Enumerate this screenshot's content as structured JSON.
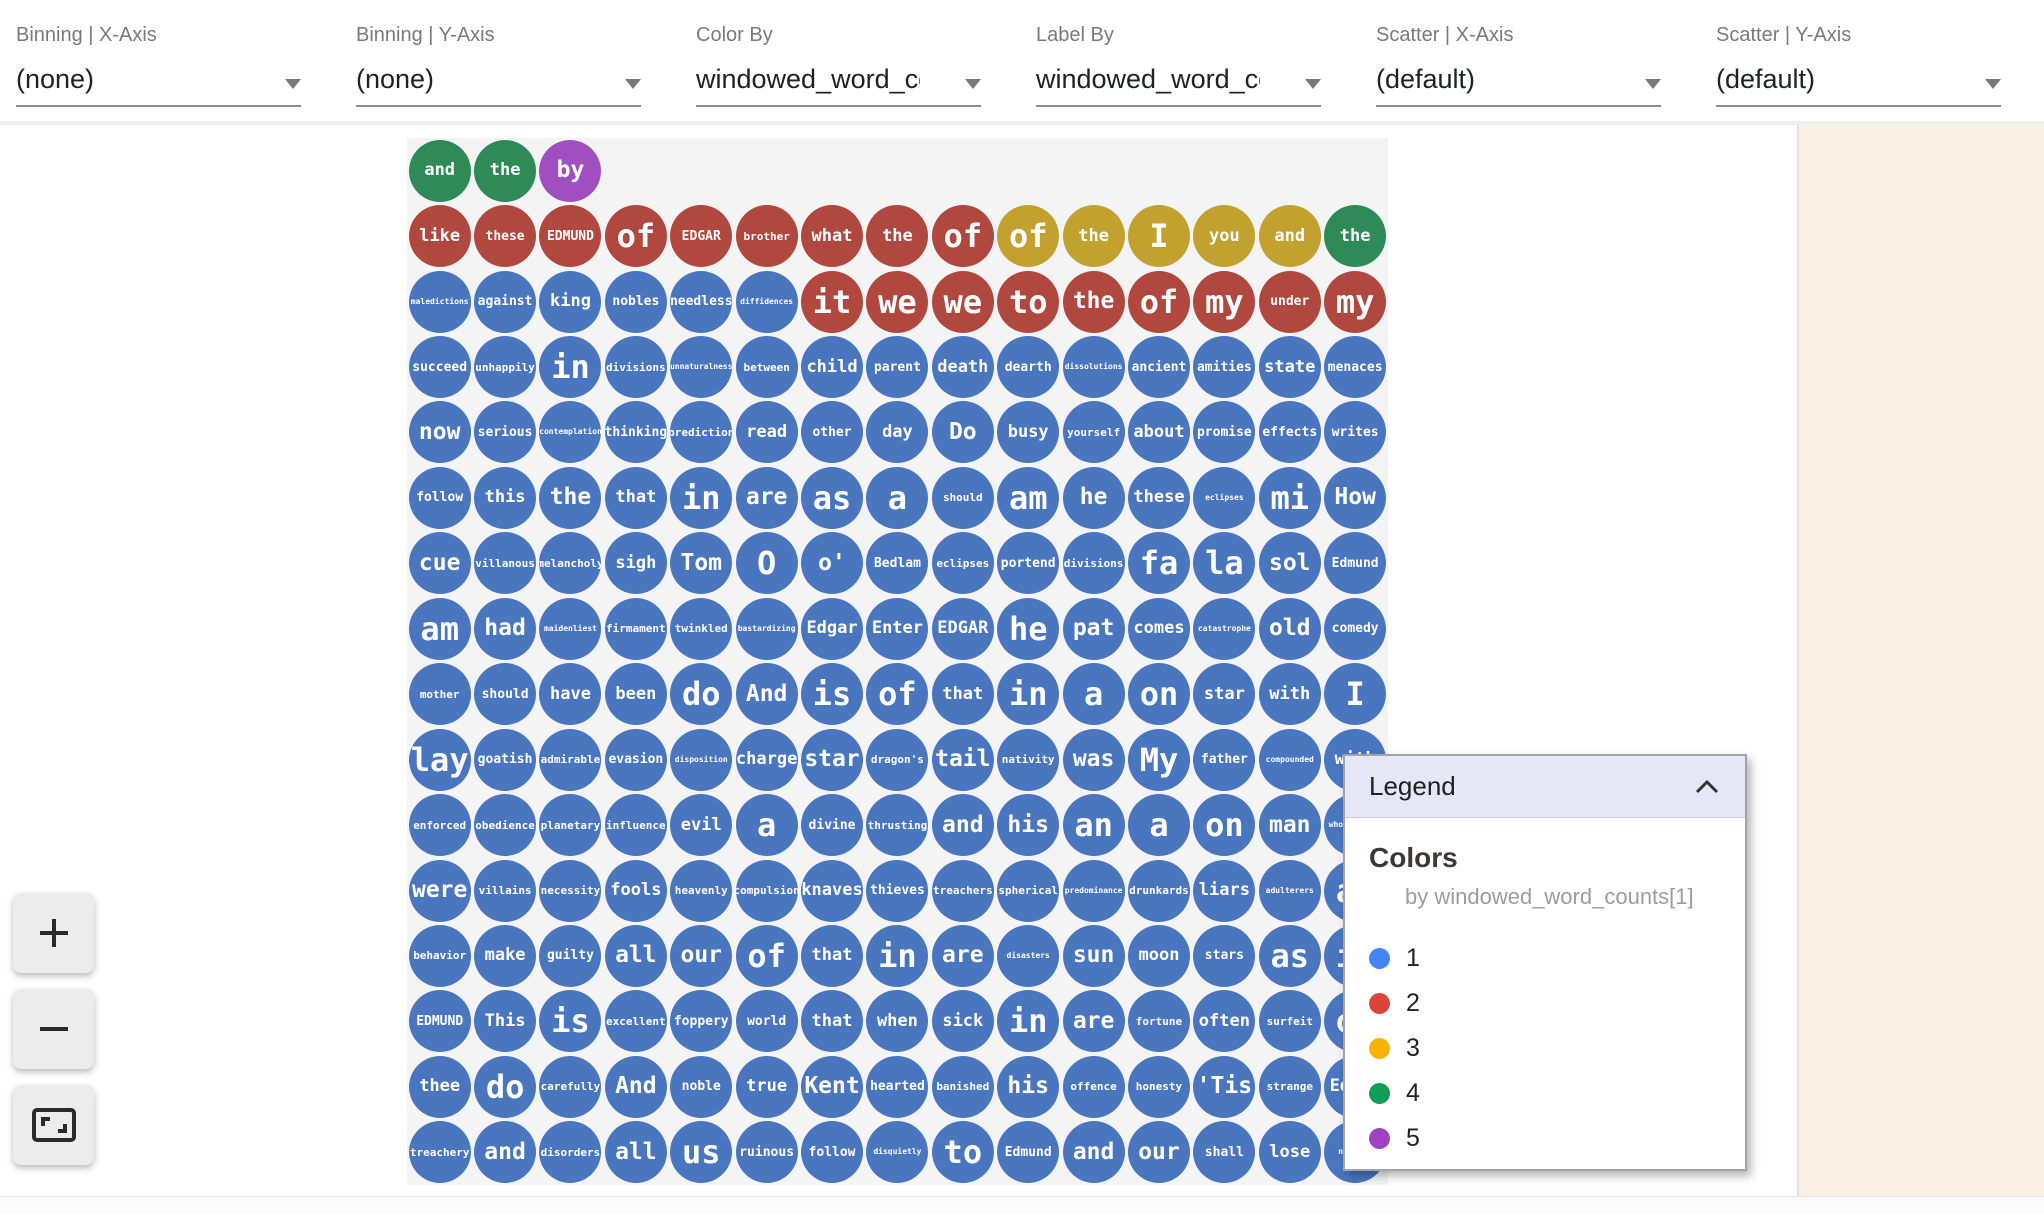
{
  "toolbar": {
    "dropdowns": [
      {
        "label": "Binning | X-Axis",
        "value": "(none)"
      },
      {
        "label": "Binning | Y-Axis",
        "value": "(none)"
      },
      {
        "label": "Color By",
        "value": "windowed_word_co"
      },
      {
        "label": "Label By",
        "value": "windowed_word_co"
      },
      {
        "label": "Scatter | X-Axis",
        "value": "(default)"
      },
      {
        "label": "Scatter | Y-Axis",
        "value": "(default)"
      }
    ]
  },
  "zoom_controls": {
    "zoom_in": "zoom-in",
    "zoom_out": "zoom-out",
    "fit": "fit-to-screen"
  },
  "legend": {
    "title": "Legend",
    "section_title": "Colors",
    "subtitle": "by windowed_word_counts[1]",
    "items": [
      {
        "label": "1",
        "color": "#4285f4"
      },
      {
        "label": "2",
        "color": "#db4437"
      },
      {
        "label": "3",
        "color": "#f4b400"
      },
      {
        "label": "4",
        "color": "#0f9d58"
      },
      {
        "label": "5",
        "color": "#a142c4"
      }
    ]
  },
  "palette": {
    "bubble_blue": "#4a76c0",
    "bubble_red": "#b1483f",
    "bubble_yellow": "#c2a12f",
    "bubble_green": "#2e8b58",
    "bubble_purple": "#a04fc0",
    "side_panel": "#fbf0e6",
    "plot_background": "#f4f4f5",
    "legend_header": "#e7e6f6"
  },
  "grid": {
    "type": "bubble-grid",
    "columns": 15,
    "rows": [
      [
        [
          "and",
          "g",
          4
        ],
        [
          "the",
          "g",
          4
        ],
        [
          "by",
          "p",
          5
        ]
      ],
      [
        [
          "like",
          "r",
          4
        ],
        [
          "these",
          "r",
          3
        ],
        [
          "EDMUND",
          "r",
          3
        ],
        [
          "of",
          "r",
          6
        ],
        [
          "EDGAR",
          "r",
          3
        ],
        [
          "brother",
          "r",
          2
        ],
        [
          "what",
          "r",
          4
        ],
        [
          "the",
          "r",
          4
        ],
        [
          "of",
          "r",
          6
        ],
        [
          "of",
          "y",
          6
        ],
        [
          "the",
          "y",
          4
        ],
        [
          "I",
          "y",
          6
        ],
        [
          "you",
          "y",
          4
        ],
        [
          "and",
          "y",
          4
        ],
        [
          "the",
          "g",
          4
        ]
      ],
      [
        [
          "maledictions",
          "b",
          1
        ],
        [
          "against",
          "b",
          3
        ],
        [
          "king",
          "b",
          4
        ],
        [
          "nobles",
          "b",
          3
        ],
        [
          "needless",
          "b",
          3
        ],
        [
          "diffidences",
          "b",
          1
        ],
        [
          "it",
          "r",
          6
        ],
        [
          "we",
          "r",
          6
        ],
        [
          "we",
          "r",
          6
        ],
        [
          "to",
          "r",
          6
        ],
        [
          "the",
          "r",
          5
        ],
        [
          "of",
          "r",
          6
        ],
        [
          "my",
          "r",
          6
        ],
        [
          "under",
          "r",
          3
        ],
        [
          "my",
          "r",
          6
        ]
      ],
      [
        [
          "succeed",
          "b",
          3
        ],
        [
          "unhappily",
          "b",
          2
        ],
        [
          "in",
          "b",
          6
        ],
        [
          "divisions",
          "b",
          2
        ],
        [
          "unnaturalness",
          "b",
          1
        ],
        [
          "between",
          "b",
          2
        ],
        [
          "child",
          "b",
          4
        ],
        [
          "parent",
          "b",
          3
        ],
        [
          "death",
          "b",
          4
        ],
        [
          "dearth",
          "b",
          3
        ],
        [
          "dissolutions",
          "b",
          1
        ],
        [
          "ancient",
          "b",
          3
        ],
        [
          "amities",
          "b",
          3
        ],
        [
          "state",
          "b",
          4
        ],
        [
          "menaces",
          "b",
          3
        ]
      ],
      [
        [
          "now",
          "b",
          5
        ],
        [
          "serious",
          "b",
          3
        ],
        [
          "contemplation",
          "b",
          1
        ],
        [
          "thinking",
          "b",
          3
        ],
        [
          "prediction",
          "b",
          2
        ],
        [
          "read",
          "b",
          4
        ],
        [
          "other",
          "b",
          3
        ],
        [
          "day",
          "b",
          4
        ],
        [
          "Do",
          "b",
          5
        ],
        [
          "busy",
          "b",
          4
        ],
        [
          "yourself",
          "b",
          2
        ],
        [
          "about",
          "b",
          4
        ],
        [
          "promise",
          "b",
          3
        ],
        [
          "effects",
          "b",
          3
        ],
        [
          "writes",
          "b",
          3
        ]
      ],
      [
        [
          "follow",
          "b",
          3
        ],
        [
          "this",
          "b",
          4
        ],
        [
          "the",
          "b",
          5
        ],
        [
          "that",
          "b",
          4
        ],
        [
          "in",
          "b",
          6
        ],
        [
          "are",
          "b",
          5
        ],
        [
          "as",
          "b",
          6
        ],
        [
          "a",
          "b",
          6
        ],
        [
          "should",
          "b",
          2
        ],
        [
          "am",
          "b",
          6
        ],
        [
          "he",
          "b",
          5
        ],
        [
          "these",
          "b",
          4
        ],
        [
          "eclipses",
          "b",
          1
        ],
        [
          "mi",
          "b",
          6
        ],
        [
          "How",
          "b",
          5
        ]
      ],
      [
        [
          "cue",
          "b",
          5
        ],
        [
          "villanous",
          "b",
          2
        ],
        [
          "melancholy",
          "b",
          2
        ],
        [
          "sigh",
          "b",
          4
        ],
        [
          "Tom",
          "b",
          5
        ],
        [
          "O",
          "b",
          6
        ],
        [
          "o'",
          "b",
          5
        ],
        [
          "Bedlam",
          "b",
          3
        ],
        [
          "eclipses",
          "b",
          2
        ],
        [
          "portend",
          "b",
          3
        ],
        [
          "divisions",
          "b",
          2
        ],
        [
          "fa",
          "b",
          6
        ],
        [
          "la",
          "b",
          6
        ],
        [
          "sol",
          "b",
          5
        ],
        [
          "Edmund",
          "b",
          3
        ]
      ],
      [
        [
          "am",
          "b",
          6
        ],
        [
          "had",
          "b",
          5
        ],
        [
          "maidenliest",
          "b",
          1
        ],
        [
          "firmament",
          "b",
          2
        ],
        [
          "twinkled",
          "b",
          2
        ],
        [
          "bastardizing",
          "b",
          1
        ],
        [
          "Edgar",
          "b",
          4
        ],
        [
          "Enter",
          "b",
          4
        ],
        [
          "EDGAR",
          "b",
          4
        ],
        [
          "he",
          "b",
          6
        ],
        [
          "pat",
          "b",
          5
        ],
        [
          "comes",
          "b",
          4
        ],
        [
          "catastrophe",
          "b",
          1
        ],
        [
          "old",
          "b",
          5
        ],
        [
          "comedy",
          "b",
          3
        ]
      ],
      [
        [
          "mother",
          "b",
          2
        ],
        [
          "should",
          "b",
          3
        ],
        [
          "have",
          "b",
          4
        ],
        [
          "been",
          "b",
          4
        ],
        [
          "do",
          "b",
          6
        ],
        [
          "And",
          "b",
          5
        ],
        [
          "is",
          "b",
          6
        ],
        [
          "of",
          "b",
          6
        ],
        [
          "that",
          "b",
          4
        ],
        [
          "in",
          "b",
          6
        ],
        [
          "a",
          "b",
          6
        ],
        [
          "on",
          "b",
          6
        ],
        [
          "star",
          "b",
          4
        ],
        [
          "with",
          "b",
          4
        ],
        [
          "I",
          "b",
          6
        ]
      ],
      [
        [
          "lay",
          "b",
          6
        ],
        [
          "goatish",
          "b",
          3
        ],
        [
          "admirable",
          "b",
          2
        ],
        [
          "evasion",
          "b",
          3
        ],
        [
          "disposition",
          "b",
          1
        ],
        [
          "charge",
          "b",
          4
        ],
        [
          "star",
          "b",
          5
        ],
        [
          "dragon's",
          "b",
          2
        ],
        [
          "tail",
          "b",
          5
        ],
        [
          "nativity",
          "b",
          2
        ],
        [
          "was",
          "b",
          5
        ],
        [
          "My",
          "b",
          6
        ],
        [
          "father",
          "b",
          3
        ],
        [
          "compounded",
          "b",
          1
        ],
        [
          "with",
          "b",
          4
        ]
      ],
      [
        [
          "enforced",
          "b",
          2
        ],
        [
          "obedience",
          "b",
          2
        ],
        [
          "planetary",
          "b",
          2
        ],
        [
          "influence",
          "b",
          2
        ],
        [
          "evil",
          "b",
          4
        ],
        [
          "a",
          "b",
          6
        ],
        [
          "divine",
          "b",
          3
        ],
        [
          "thrusting",
          "b",
          2
        ],
        [
          "and",
          "b",
          5
        ],
        [
          "his",
          "b",
          5
        ],
        [
          "an",
          "b",
          6
        ],
        [
          "a",
          "b",
          6
        ],
        [
          "on",
          "b",
          6
        ],
        [
          "man",
          "b",
          5
        ],
        [
          "whoremaster",
          "b",
          1
        ]
      ],
      [
        [
          "were",
          "b",
          5
        ],
        [
          "villains",
          "b",
          2
        ],
        [
          "necessity",
          "b",
          2
        ],
        [
          "fools",
          "b",
          4
        ],
        [
          "heavenly",
          "b",
          2
        ],
        [
          "compulsion",
          "b",
          2
        ],
        [
          "knaves",
          "b",
          4
        ],
        [
          "thieves",
          "b",
          3
        ],
        [
          "treachers",
          "b",
          2
        ],
        [
          "spherical",
          "b",
          2
        ],
        [
          "predominance",
          "b",
          1
        ],
        [
          "drunkards",
          "b",
          2
        ],
        [
          "liars",
          "b",
          4
        ],
        [
          "adulterers",
          "b",
          1
        ],
        [
          "an",
          "b",
          6
        ]
      ],
      [
        [
          "behavior",
          "b",
          2
        ],
        [
          "make",
          "b",
          4
        ],
        [
          "guilty",
          "b",
          3
        ],
        [
          "all",
          "b",
          5
        ],
        [
          "our",
          "b",
          5
        ],
        [
          "of",
          "b",
          6
        ],
        [
          "that",
          "b",
          4
        ],
        [
          "in",
          "b",
          6
        ],
        [
          "are",
          "b",
          5
        ],
        [
          "disasters",
          "b",
          1
        ],
        [
          "sun",
          "b",
          5
        ],
        [
          "moon",
          "b",
          4
        ],
        [
          "stars",
          "b",
          3
        ],
        [
          "as",
          "b",
          6
        ],
        [
          "if",
          "b",
          6
        ]
      ],
      [
        [
          "EDMUND",
          "b",
          3
        ],
        [
          "This",
          "b",
          4
        ],
        [
          "is",
          "b",
          6
        ],
        [
          "excellent",
          "b",
          2
        ],
        [
          "foppery",
          "b",
          3
        ],
        [
          "world",
          "b",
          3
        ],
        [
          "that",
          "b",
          4
        ],
        [
          "when",
          "b",
          4
        ],
        [
          "sick",
          "b",
          4
        ],
        [
          "in",
          "b",
          6
        ],
        [
          "are",
          "b",
          5
        ],
        [
          "fortune",
          "b",
          2
        ],
        [
          "often",
          "b",
          4
        ],
        [
          "surfeit",
          "b",
          2
        ],
        [
          "of",
          "b",
          6
        ]
      ],
      [
        [
          "thee",
          "b",
          4
        ],
        [
          "do",
          "b",
          6
        ],
        [
          "carefully",
          "b",
          2
        ],
        [
          "And",
          "b",
          5
        ],
        [
          "noble",
          "b",
          3
        ],
        [
          "true",
          "b",
          4
        ],
        [
          "Kent",
          "b",
          5
        ],
        [
          "hearted",
          "b",
          3
        ],
        [
          "banished",
          "b",
          2
        ],
        [
          "his",
          "b",
          5
        ],
        [
          "offence",
          "b",
          2
        ],
        [
          "honesty",
          "b",
          2
        ],
        [
          "'Tis",
          "b",
          5
        ],
        [
          "strange",
          "b",
          2
        ],
        [
          "Edgar",
          "b",
          4
        ]
      ],
      [
        [
          "treachery",
          "b",
          2
        ],
        [
          "and",
          "b",
          5
        ],
        [
          "disorders",
          "b",
          2
        ],
        [
          "all",
          "b",
          5
        ],
        [
          "us",
          "b",
          6
        ],
        [
          "ruinous",
          "b",
          3
        ],
        [
          "follow",
          "b",
          3
        ],
        [
          "disquietly",
          "b",
          1
        ],
        [
          "to",
          "b",
          6
        ],
        [
          "Edmund",
          "b",
          3
        ],
        [
          "and",
          "b",
          5
        ],
        [
          "our",
          "b",
          5
        ],
        [
          "shall",
          "b",
          3
        ],
        [
          "lose",
          "b",
          4
        ],
        [
          "nothing",
          "b",
          1
        ]
      ]
    ]
  }
}
